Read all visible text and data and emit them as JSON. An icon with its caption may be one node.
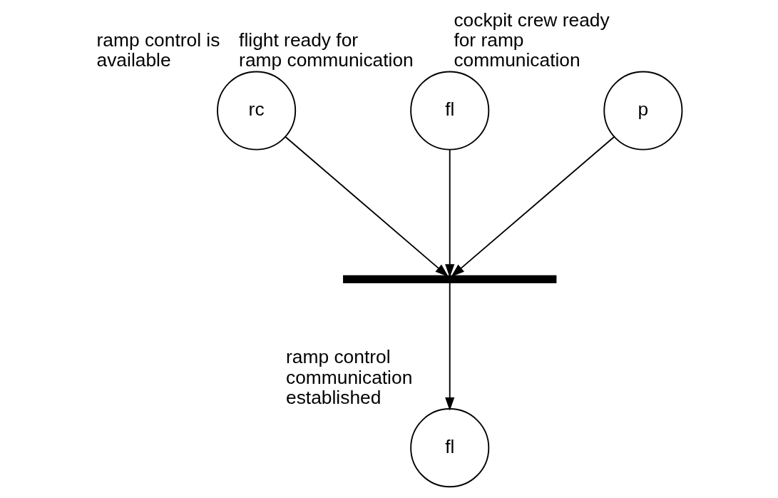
{
  "diagram": {
    "nodes": [
      {
        "text": [
          "rc"
        ],
        "beside": [
          "ramp control is available"
        ]
      },
      {
        "text": [
          "fl"
        ],
        "beside": [
          "flight ready for ramp communication"
        ]
      },
      {
        "text": [
          "p"
        ],
        "beside": [
          "cockpit crew ready for ramp communication"
        ]
      },
      {
        "text": [],
        "shape": "bar"
      },
      {
        "text": [
          "fl"
        ],
        "beside": [
          "ramp control communication established"
        ]
      }
    ],
    "edges": [
      {
        "from": 0,
        "to": 3,
        "arrow": "to"
      },
      {
        "from": 1,
        "to": 3,
        "arrow": "to"
      },
      {
        "from": 2,
        "to": 3,
        "arrow": "to"
      },
      {
        "from": 3,
        "to": 4,
        "arrow": "to"
      }
    ]
  }
}
